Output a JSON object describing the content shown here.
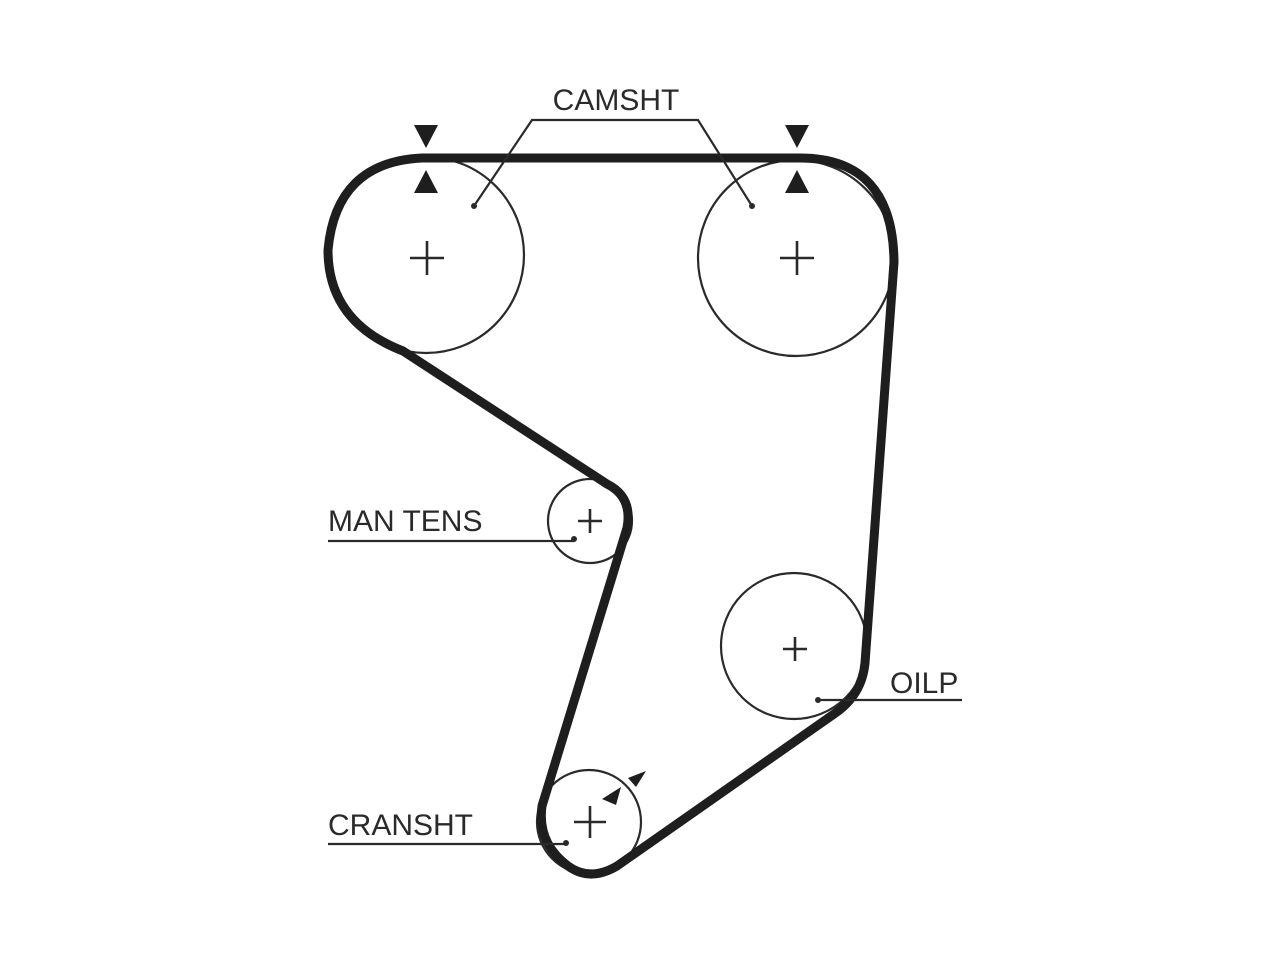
{
  "labels": {
    "camshaft": "CAMSHT",
    "tensioner": "MAN TENS",
    "oil_pump": "OILP",
    "crankshaft": "CRANSHT"
  },
  "colors": {
    "ink": "#1e1e1e",
    "background": "#ffffff"
  }
}
